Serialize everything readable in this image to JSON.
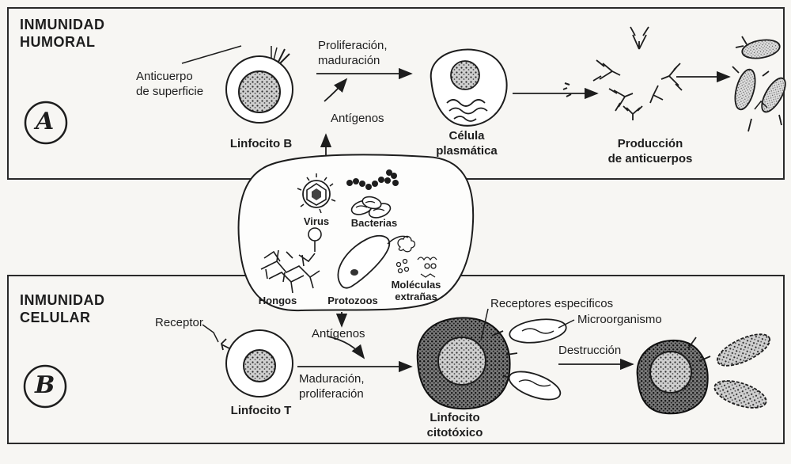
{
  "humoral": {
    "title_line1": "INMUNIDAD",
    "title_line2": "HUMORAL",
    "panel_letter": "A",
    "surface_antibody_line1": "Anticuerpo",
    "surface_antibody_line2": "de superficie",
    "proliferation_line1": "Proliferación,",
    "proliferation_line2": "maduración",
    "antigens": "Antígenos",
    "b_cell": "Linfocito B",
    "plasma_cell_line1": "Célula",
    "plasma_cell_line2": "plasmática",
    "antibody_production_line1": "Producción",
    "antibody_production_line2": "de anticuerpos"
  },
  "pathogens": {
    "virus": "Virus",
    "bacteria": "Bacterias",
    "fungi": "Hongos",
    "protozoa": "Protozoos",
    "foreign_line1": "Moléculas",
    "foreign_line2": "extrañas"
  },
  "cellular": {
    "title_line1": "INMUNIDAD",
    "title_line2": "CELULAR",
    "panel_letter": "B",
    "receptor": "Receptor",
    "specific_receptors": "Receptores especificos",
    "microorganism": "Microorganismo",
    "antigens": "Antígenos",
    "destruction": "Destrucción",
    "maturation_line1": "Maduración,",
    "maturation_line2": "proliferación",
    "t_cell": "Linfocito T",
    "cytotoxic_line1": "Linfocito",
    "cytotoxic_line2": "citotóxico"
  }
}
